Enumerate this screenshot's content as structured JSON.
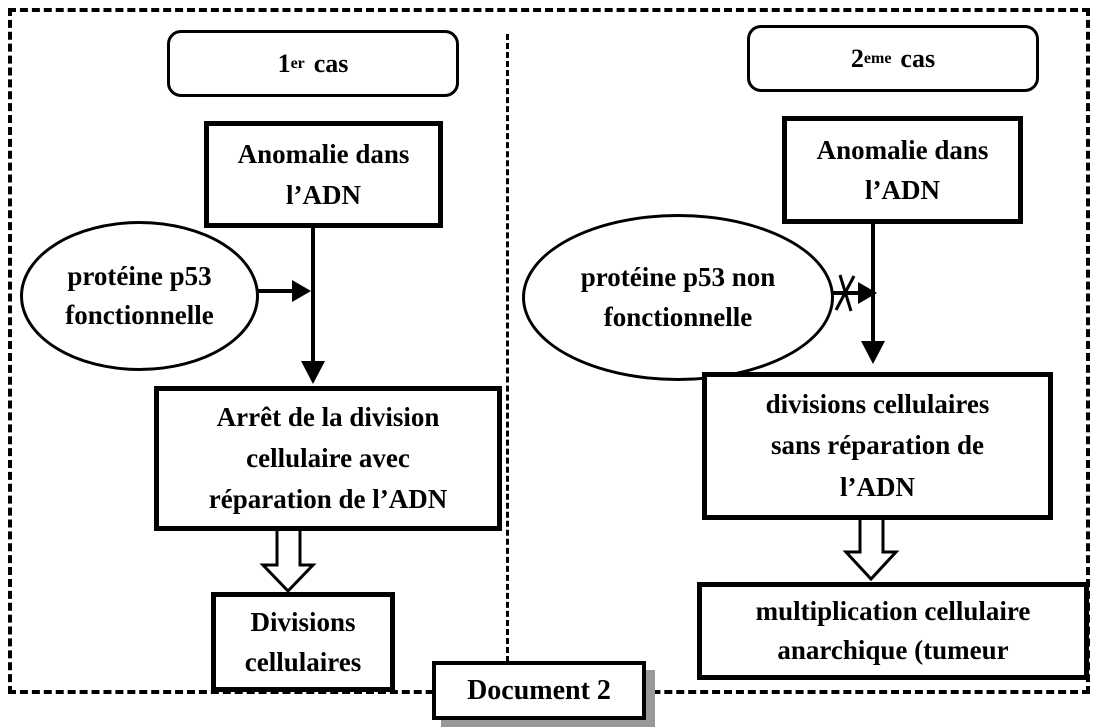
{
  "diagram": {
    "case1": {
      "num": "1",
      "sup": "er",
      "word": "cas"
    },
    "case2": {
      "num": "2",
      "sup": "eme",
      "word": "cas"
    },
    "left": {
      "anomalie": {
        "line1": "Anomalie dans",
        "line2": "l’ADN"
      },
      "ellipse": {
        "line1": "protéine p53",
        "line2": "fonctionnelle"
      },
      "arret": {
        "line1": "Arrêt de la division",
        "line2": "cellulaire avec",
        "line3": "réparation de l’ADN"
      },
      "divisions": {
        "line1": "Divisions",
        "line2": "cellulaires"
      }
    },
    "right": {
      "anomalie": {
        "line1": "Anomalie dans",
        "line2": "l’ADN"
      },
      "ellipse": {
        "line1": "protéine p53 non",
        "line2": "fonctionnelle"
      },
      "divisions": {
        "line1": "divisions cellulaires",
        "line2": "sans réparation de",
        "line3": "l’ADN"
      },
      "multiplication": {
        "line1": "multiplication cellulaire",
        "line2": "anarchique (tumeur"
      }
    },
    "caption": "Document 2",
    "colors": {
      "line": "#000000",
      "shadow": "#999999",
      "background": "#ffffff"
    }
  }
}
